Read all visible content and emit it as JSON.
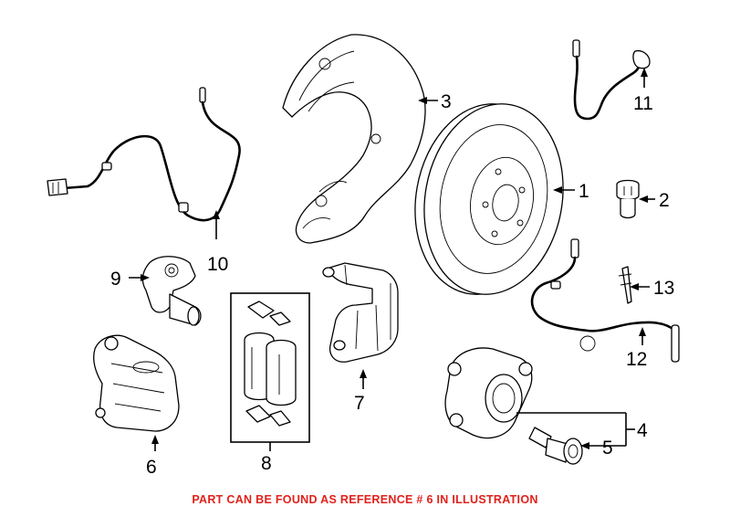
{
  "diagram": {
    "callouts": [
      "1",
      "2",
      "3",
      "4",
      "5",
      "6",
      "7",
      "8",
      "9",
      "10",
      "11",
      "12",
      "13"
    ],
    "footnote": "PART CAN BE FOUND AS REFERENCE # 6 IN ILLUSTRATION",
    "footnote_color": "#e0211b"
  }
}
